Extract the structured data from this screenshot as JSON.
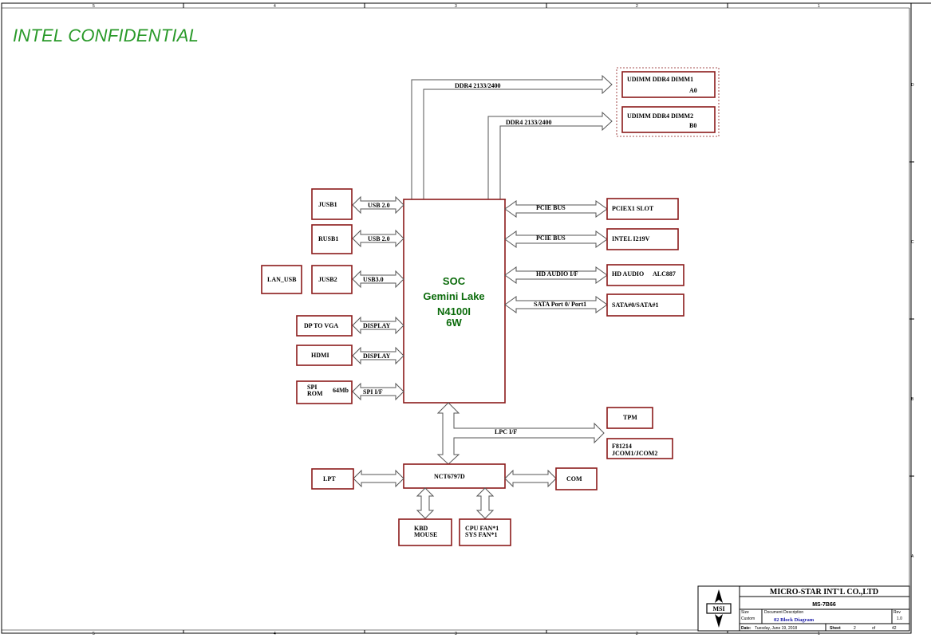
{
  "header": {
    "confidential": "INTEL CONFIDENTIAL"
  },
  "border": {
    "top_numbers": [
      "5",
      "4",
      "3",
      "2",
      "1"
    ],
    "side_letters": [
      "D",
      "C",
      "B",
      "A"
    ]
  },
  "dimm": {
    "bus1": "DDR4 2133/2400",
    "bus2": "DDR4 2133/2400",
    "dimm1_name": "UDIMM DDR4  DIMM1",
    "dimm1_slot": "A0",
    "dimm2_name": "UDIMM DDR4 DIMM2",
    "dimm2_slot": "B0"
  },
  "soc": {
    "line1": "SOC",
    "line2": "Gemini Lake",
    "line3": "N4100I",
    "line4": "6W"
  },
  "left": {
    "jusb1": "JUSB1",
    "jusb1_bus": "USB 2.0",
    "rusb1": "RUSB1",
    "rusb1_bus": "USB 2.0",
    "lan_usb": "LAN_USB",
    "jusb2": "JUSB2",
    "jusb2_bus": "USB3.0",
    "dp_vga": "DP TO VGA",
    "dp_bus": "DISPLAY",
    "hdmi": "HDMI",
    "hdmi_bus": "DISPLAY",
    "spi_a": "SPI",
    "spi_b": "ROM",
    "spi_size": "64Mb",
    "spi_bus": "SPI I/F"
  },
  "right": {
    "pcie1_bus": "PCIE BUS",
    "pcie1": "PCIEX1 SLOT",
    "pcie2_bus": "PCIE BUS",
    "pcie2": "INTEL I219V",
    "audio_bus": "HD AUDIO I/F",
    "audio": "HD AUDIO",
    "audio_codec": "ALC887",
    "sata_bus": "SATA  Port 0/ Port1",
    "sata": "SATA#0/SATA#1"
  },
  "lpc": {
    "bus": "LPC I/F",
    "tpm": "TPM",
    "f81214_a": "F81214",
    "f81214_b": "JCOM1/JCOM2"
  },
  "superio": {
    "chip": "NCT6797D",
    "lpt": "LPT",
    "com": "COM",
    "kbd_a": "KBD",
    "kbd_b": "MOUSE",
    "fan_a": "CPU FAN*1",
    "fan_b": "SYS FAN*1"
  },
  "titleblock": {
    "company": "MICRO-STAR INT'L CO.,LTD",
    "logo": "MSI",
    "model": "MS-7B66",
    "size_label": "Size",
    "size": "Custom",
    "desc_label": "Document Description",
    "desc": "02 Block Diagram",
    "rev_label": "Rev",
    "rev": "1.0",
    "date_label": "Date:",
    "date": "Tuesday, June 19, 2018",
    "sheet_label": "Sheet",
    "sheet": "2",
    "of": "of",
    "total": "42"
  }
}
